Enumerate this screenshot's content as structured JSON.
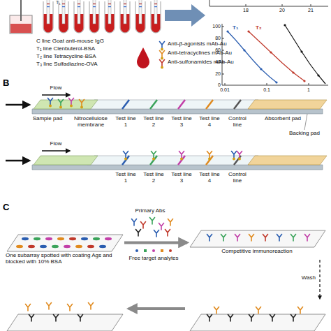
{
  "diagram": {
    "nodes": [
      {
        "text": [
          "One subarray spotted with coating Ags and blocked with 10% BSA"
        ]
      },
      {
        "text": [
          "Competitive immunoreaction"
        ]
      }
    ],
    "edges": [
      {
        "from": 0,
        "to": 1,
        "arrow": "to"
      }
    ],
    "labels": [
      "B",
      "C",
      "18",
      "20",
      "21",
      "100",
      "80",
      "60",
      "40",
      "20",
      "0",
      "0.01",
      "0.1",
      "1",
      "T₁",
      "T₂",
      "C line Goat anti-mouse IgG",
      "T₁ line Clenbuterol-BSA",
      "T₂ line Tetracycline-BSA",
      "T₃ line Sulfadiazine-OVA",
      "Anti-β-agonists mAb-Au",
      "Anti-tetracyclines mAb-Au",
      "Anti-sulfonamides mAb-Au",
      "Flow",
      "Sample pad",
      "Nitrocellulose membrane",
      "Test line 1",
      "Test line 2",
      "Test line 3",
      "Test line 4",
      "Control line",
      "Absorbent pad",
      "Backing pad",
      "Flow",
      "Test line 1",
      "Test line 2",
      "Test line 3",
      "Test line 4",
      "Control line",
      "Primary Abs",
      "Free target analytes",
      "Wash",
      "T₁"
    ]
  }
}
